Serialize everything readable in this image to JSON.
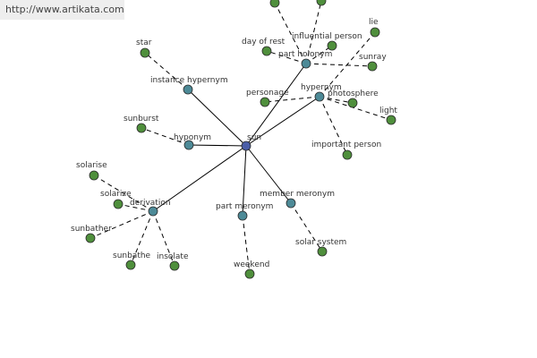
{
  "site": {
    "url": "http://www.artikata.com"
  },
  "colors": {
    "center": "#4b5ea8",
    "relation": "#4d8a97",
    "leaf": "#4f8f3c",
    "stroke": "#2b2b2b"
  },
  "nodes": [
    {
      "id": "sun",
      "label": "sun",
      "kind": "center"
    },
    {
      "id": "instance_hypernym",
      "label": "instance hypernym",
      "kind": "relation"
    },
    {
      "id": "hyponym",
      "label": "hyponym",
      "kind": "relation"
    },
    {
      "id": "derivation",
      "label": "derivation",
      "kind": "relation"
    },
    {
      "id": "part_meronym",
      "label": "part meronym",
      "kind": "relation"
    },
    {
      "id": "member_meronym",
      "label": "member meronym",
      "kind": "relation"
    },
    {
      "id": "part_holonym",
      "label": "part holonym",
      "kind": "relation"
    },
    {
      "id": "hypernym",
      "label": "hypernym",
      "kind": "relation"
    },
    {
      "id": "star",
      "label": "star",
      "kind": "leaf"
    },
    {
      "id": "sunburst",
      "label": "sunburst",
      "kind": "leaf"
    },
    {
      "id": "solarise",
      "label": "solarise",
      "kind": "leaf"
    },
    {
      "id": "solarize",
      "label": "solarize",
      "kind": "leaf"
    },
    {
      "id": "sunbather",
      "label": "sunbather",
      "kind": "leaf"
    },
    {
      "id": "sunbathe",
      "label": "sunbathe",
      "kind": "leaf"
    },
    {
      "id": "insolate",
      "label": "insolate",
      "kind": "leaf"
    },
    {
      "id": "weekend",
      "label": "weekend",
      "kind": "leaf"
    },
    {
      "id": "solar_system",
      "label": "solar system",
      "kind": "leaf"
    },
    {
      "id": "day_of_rest",
      "label": "day of rest",
      "kind": "leaf"
    },
    {
      "id": "influential_person",
      "label": "influential person",
      "kind": "leaf"
    },
    {
      "id": "lie",
      "label": "lie",
      "kind": "leaf"
    },
    {
      "id": "sunray",
      "label": "sunray",
      "kind": "leaf"
    },
    {
      "id": "personage",
      "label": "personage",
      "kind": "leaf"
    },
    {
      "id": "photosphere",
      "label": "photosphere",
      "kind": "leaf"
    },
    {
      "id": "light",
      "label": "light",
      "kind": "leaf"
    },
    {
      "id": "important_person",
      "label": "important person",
      "kind": "leaf"
    },
    {
      "id": "top_a",
      "label": "",
      "kind": "leaf"
    },
    {
      "id": "top_b",
      "label": "",
      "kind": "leaf"
    }
  ],
  "edges": [
    {
      "from": "sun",
      "to": "instance_hypernym",
      "style": "solid"
    },
    {
      "from": "sun",
      "to": "hyponym",
      "style": "solid"
    },
    {
      "from": "sun",
      "to": "derivation",
      "style": "solid"
    },
    {
      "from": "sun",
      "to": "part_meronym",
      "style": "solid"
    },
    {
      "from": "sun",
      "to": "member_meronym",
      "style": "solid"
    },
    {
      "from": "sun",
      "to": "part_holonym",
      "style": "solid"
    },
    {
      "from": "sun",
      "to": "hypernym",
      "style": "solid"
    },
    {
      "from": "instance_hypernym",
      "to": "star",
      "style": "dashed"
    },
    {
      "from": "hyponym",
      "to": "sunburst",
      "style": "dashed"
    },
    {
      "from": "derivation",
      "to": "solarise",
      "style": "dashed"
    },
    {
      "from": "derivation",
      "to": "solarize",
      "style": "dashed"
    },
    {
      "from": "derivation",
      "to": "sunbather",
      "style": "dashed"
    },
    {
      "from": "derivation",
      "to": "sunbathe",
      "style": "dashed"
    },
    {
      "from": "derivation",
      "to": "insolate",
      "style": "dashed"
    },
    {
      "from": "part_meronym",
      "to": "weekend",
      "style": "dashed"
    },
    {
      "from": "member_meronym",
      "to": "solar_system",
      "style": "dashed"
    },
    {
      "from": "part_holonym",
      "to": "day_of_rest",
      "style": "dashed"
    },
    {
      "from": "part_holonym",
      "to": "influential_person",
      "style": "dashed"
    },
    {
      "from": "part_holonym",
      "to": "sunray",
      "style": "dashed"
    },
    {
      "from": "part_holonym",
      "to": "top_a",
      "style": "dashed"
    },
    {
      "from": "part_holonym",
      "to": "top_b",
      "style": "dashed"
    },
    {
      "from": "hypernym",
      "to": "lie",
      "style": "dashed"
    },
    {
      "from": "hypernym",
      "to": "personage",
      "style": "dashed"
    },
    {
      "from": "hypernym",
      "to": "photosphere",
      "style": "dashed"
    },
    {
      "from": "hypernym",
      "to": "light",
      "style": "dashed"
    },
    {
      "from": "hypernym",
      "to": "important_person",
      "style": "dashed"
    }
  ]
}
